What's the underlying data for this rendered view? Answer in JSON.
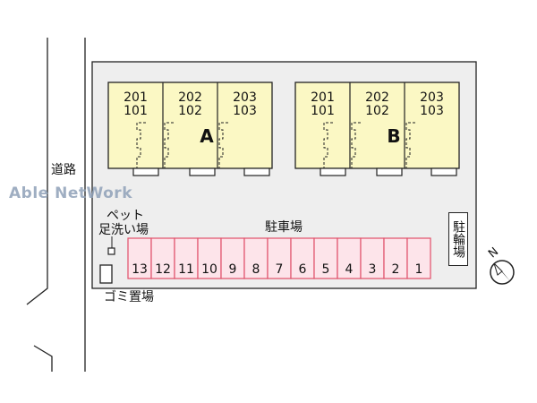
{
  "road_label": "道路",
  "watermark": "Able NetWork",
  "buildings": [
    {
      "letter": "A",
      "units": [
        {
          "upper": "201",
          "lower": "101"
        },
        {
          "upper": "202",
          "lower": "102"
        },
        {
          "upper": "203",
          "lower": "103"
        }
      ]
    },
    {
      "letter": "B",
      "units": [
        {
          "upper": "201",
          "lower": "101"
        },
        {
          "upper": "202",
          "lower": "102"
        },
        {
          "upper": "203",
          "lower": "103"
        }
      ]
    }
  ],
  "parking_label": "駐車場",
  "parking_spaces": [
    "13",
    "12",
    "11",
    "10",
    "9",
    "8",
    "7",
    "6",
    "5",
    "4",
    "3",
    "2",
    "1"
  ],
  "pet_label_1": "ペット",
  "pet_label_2": "足洗い場",
  "bike_label": "駐輪場",
  "garbage_label": "ゴミ置場",
  "compass_label": "N",
  "colors": {
    "building_fill": "#fbf8c4",
    "lot_fill": "#eeeeee",
    "parking_fill": "#fde4ea",
    "parking_stroke": "#e0506a",
    "line": "#222222"
  }
}
